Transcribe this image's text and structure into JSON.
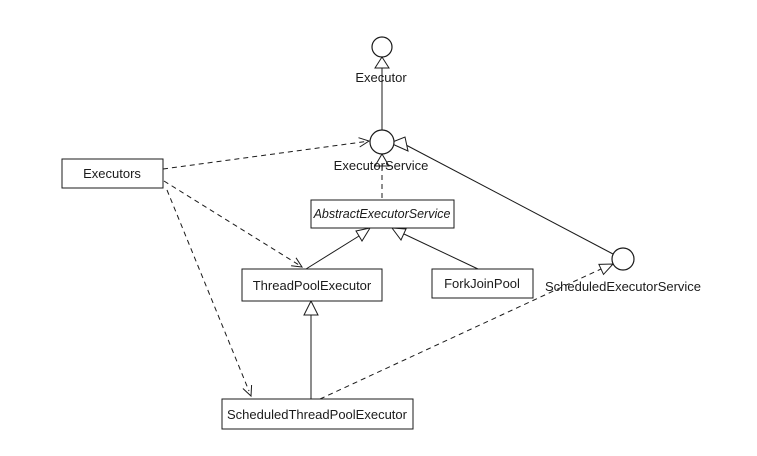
{
  "diagram": {
    "type": "uml-class-diagram",
    "background_color": "#ffffff",
    "line_color": "#1b1b1b",
    "nodes": [
      {
        "label": "Executor",
        "kind": "interface",
        "shape": "circle"
      },
      {
        "label": "ExecutorService",
        "kind": "interface",
        "shape": "circle"
      },
      {
        "label": "ScheduledExecutorService",
        "kind": "interface",
        "shape": "circle"
      },
      {
        "label": "Executors",
        "kind": "class",
        "shape": "box"
      },
      {
        "label": "AbstractExecutorService",
        "kind": "abstract-class",
        "shape": "box-italic"
      },
      {
        "label": "ThreadPoolExecutor",
        "kind": "class",
        "shape": "box"
      },
      {
        "label": "ForkJoinPool",
        "kind": "class",
        "shape": "box"
      },
      {
        "label": "ScheduledThreadPoolExecutor",
        "kind": "class",
        "shape": "box"
      }
    ],
    "edges": [
      {
        "from": "ExecutorService",
        "to": "Executor",
        "type": "generalization",
        "style": "solid-hollow-triangle"
      },
      {
        "from": "AbstractExecutorService",
        "to": "ExecutorService",
        "type": "realization",
        "style": "dashed-hollow-triangle"
      },
      {
        "from": "ScheduledExecutorService",
        "to": "ExecutorService",
        "type": "generalization",
        "style": "solid-hollow-triangle"
      },
      {
        "from": "ThreadPoolExecutor",
        "to": "AbstractExecutorService",
        "type": "generalization",
        "style": "solid-hollow-triangle"
      },
      {
        "from": "ForkJoinPool",
        "to": "AbstractExecutorService",
        "type": "generalization",
        "style": "solid-hollow-triangle"
      },
      {
        "from": "ScheduledThreadPoolExecutor",
        "to": "ThreadPoolExecutor",
        "type": "generalization",
        "style": "solid-hollow-triangle"
      },
      {
        "from": "ScheduledThreadPoolExecutor",
        "to": "ScheduledExecutorService",
        "type": "realization",
        "style": "dashed-hollow-triangle"
      },
      {
        "from": "Executors",
        "to": "ExecutorService",
        "type": "dependency",
        "style": "dashed-open-arrow"
      },
      {
        "from": "Executors",
        "to": "ThreadPoolExecutor",
        "type": "dependency",
        "style": "dashed-open-arrow"
      },
      {
        "from": "Executors",
        "to": "ScheduledThreadPoolExecutor",
        "type": "dependency",
        "style": "dashed-open-arrow"
      }
    ]
  }
}
